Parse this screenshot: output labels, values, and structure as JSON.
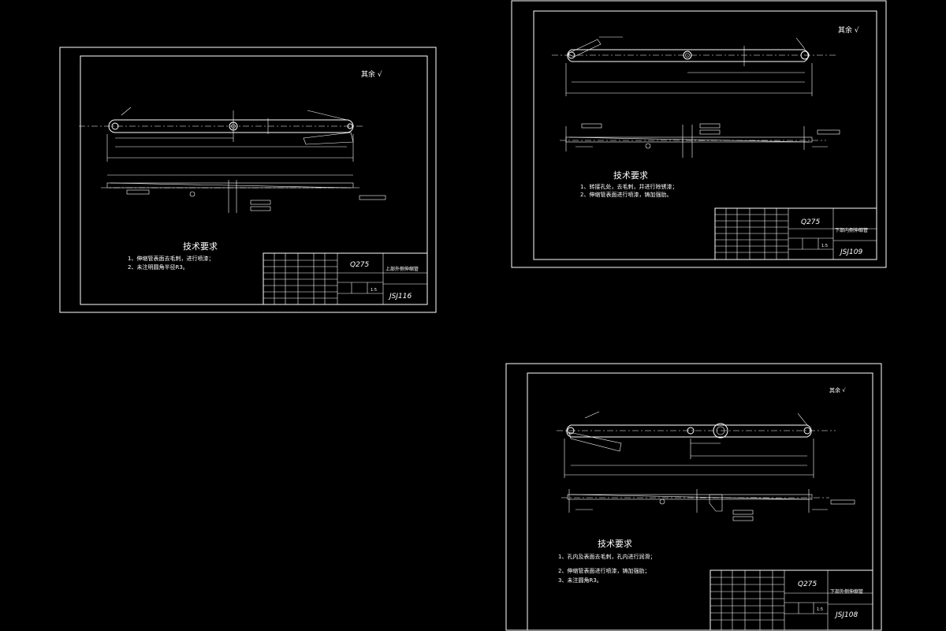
{
  "sheets": [
    {
      "id": "sheet1",
      "material": "Q275",
      "title": "上部外侧伸缩管",
      "drawing_no": "JSJ116",
      "scale": "1:5",
      "roughness_note": "其余 √",
      "req_title": "技术要求",
      "requirements": [
        "1、伸缩管表面去毛刺，进行喷漆；",
        "2、未注明圆角半径R3。"
      ]
    },
    {
      "id": "sheet2",
      "material": "Q275",
      "title": "下部内侧伸缩管",
      "drawing_no": "JSJ109",
      "scale": "1:5",
      "roughness_note": "其余 √",
      "req_title": "技术要求",
      "requirements": [
        "1、转接孔处，去毛刺，并进行除锈漆；",
        "2、伸缩管表面进行喷漆，铸加强肋。"
      ]
    },
    {
      "id": "sheet3",
      "material": "Q275",
      "title": "下部外侧伸缩管",
      "drawing_no": "JSJ108",
      "scale": "1:5",
      "roughness_note": "其余 √",
      "req_title": "技术要求",
      "requirements": [
        "1、孔内及表面去毛刺，孔内进行润滑；",
        "2、伸缩管表面进行喷漆，铸加强肋；",
        "3、未注圆角R3。"
      ]
    }
  ]
}
